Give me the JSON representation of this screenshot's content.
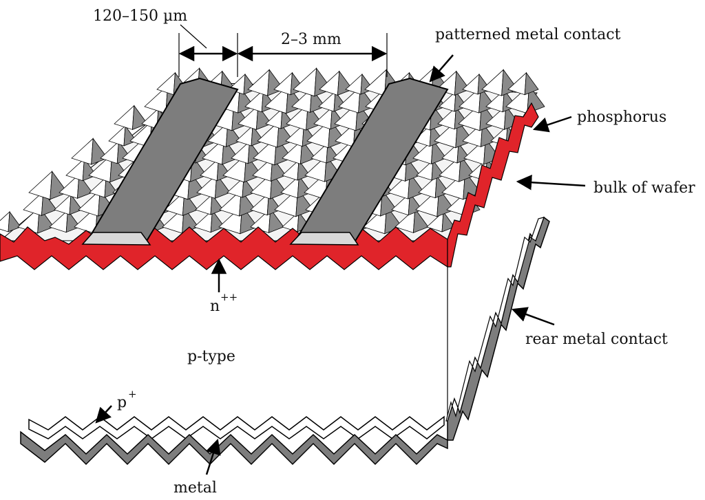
{
  "labels": {
    "width_finger": "120–150 µm",
    "spacing": "2–3 mm",
    "patterned_contact": "patterned metal contact",
    "phosphorus": "phosphorus",
    "bulk": "bulk of wafer",
    "n_base": "n",
    "n_sup": "++",
    "p_type": "p-type",
    "p_base": "p",
    "p_sup": "+",
    "rear_contact": "rear metal contact",
    "metal": "metal"
  },
  "colors": {
    "emitter_red": "#e0242a",
    "metal_grey": "#7d7d7d",
    "contact_light": "#d9d9d9",
    "pyramid_shade": "#8a8a8a",
    "outline": "#000000"
  }
}
